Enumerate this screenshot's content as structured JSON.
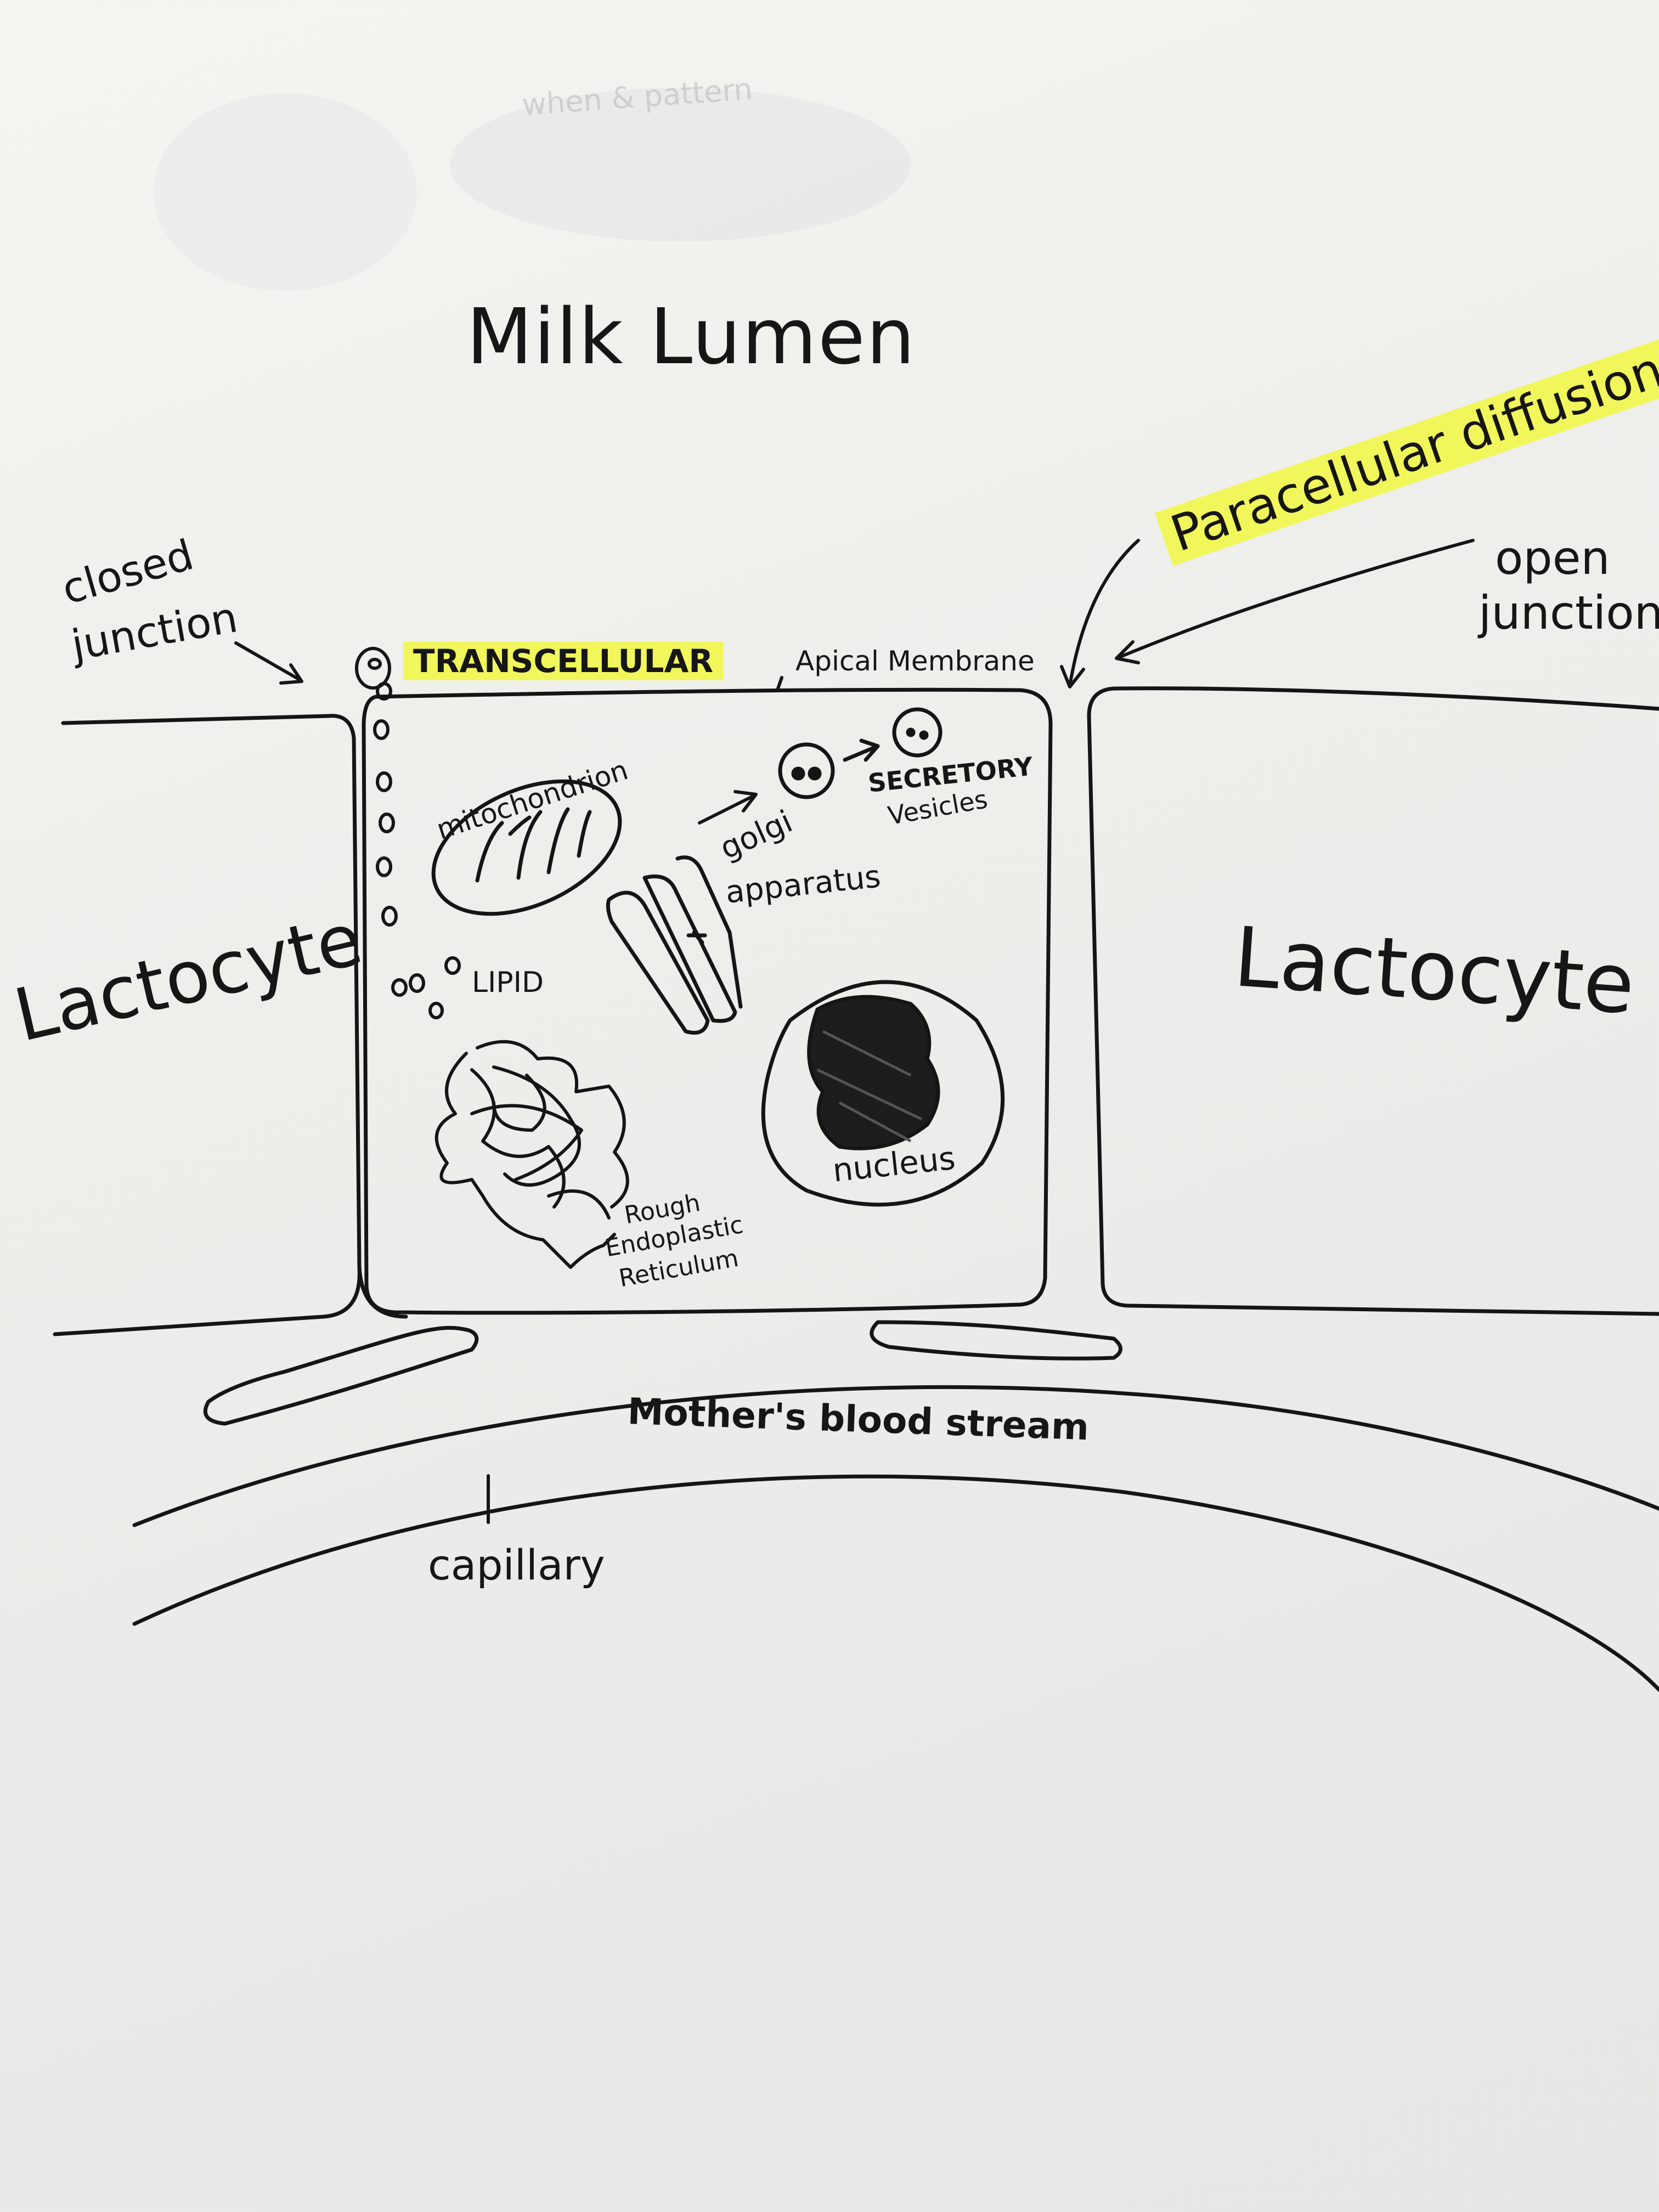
{
  "faint_header_text": "when & pattern",
  "title": "Milk Lumen",
  "labels": {
    "closed_junction": [
      "closed",
      "junction"
    ],
    "open_junction": [
      "open",
      "junction"
    ],
    "paracellular": "Paracellular diffusion",
    "transcellular": "TRANSCELLULAR",
    "apical_membrane": "Apical Membrane",
    "mitochondrion": "mitochondrion",
    "golgi": [
      "golgi",
      "apparatus"
    ],
    "secretory": [
      "SECRETORY",
      "Vesicles"
    ],
    "lipid": "LIPID",
    "nucleus": "nucleus",
    "rer": [
      "Rough",
      "Endoplastic",
      "Reticulum"
    ],
    "lactocyte_left": "Lactocyte",
    "lactocyte_right": "Lactocyte",
    "bloodstream": "Mother's blood stream",
    "capillary": "capillary"
  },
  "colors": {
    "ink": "#151515",
    "highlight": "#f1f75a",
    "paper": "#efefec"
  }
}
